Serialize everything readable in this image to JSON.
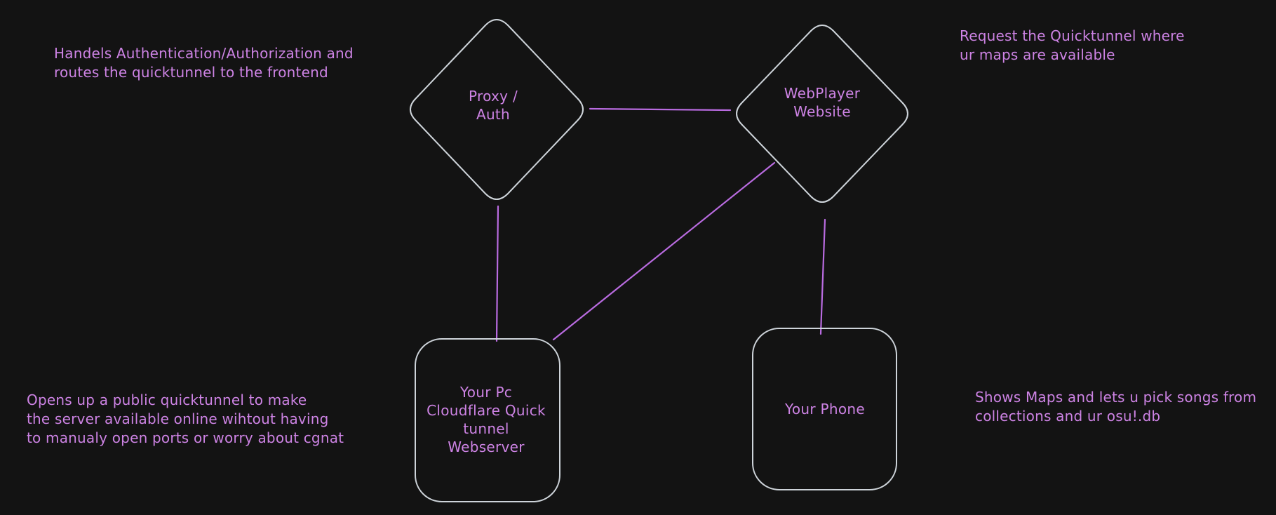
{
  "colors": {
    "background": "#131313",
    "shape_outline": "#ced4da",
    "text_purple": "#cd83e4",
    "edge_purple": "#b96be0"
  },
  "nodes": {
    "proxy_auth": {
      "shape": "diamond",
      "lines": [
        "Proxy /",
        "Auth"
      ]
    },
    "webplayer": {
      "shape": "diamond",
      "lines": [
        "WebPlayer",
        "Website"
      ]
    },
    "your_pc": {
      "shape": "rounded-rectangle",
      "lines": [
        "Your Pc",
        "Cloudflare Quick",
        "tunnel",
        "Webserver"
      ]
    },
    "your_phone": {
      "shape": "rounded-rectangle",
      "lines": [
        "Your Phone"
      ]
    }
  },
  "edges": [
    {
      "from": "proxy_auth",
      "to": "webplayer"
    },
    {
      "from": "proxy_auth",
      "to": "your_pc"
    },
    {
      "from": "webplayer",
      "to": "your_pc"
    },
    {
      "from": "webplayer",
      "to": "your_phone"
    }
  ],
  "annotations": {
    "top_left": {
      "lines": [
        "Handels Authentication/Authorization and",
        "routes the quicktunnel to the frontend"
      ]
    },
    "top_right": {
      "lines": [
        "Request the Quicktunnel where",
        "ur maps are available"
      ]
    },
    "bottom_left": {
      "lines": [
        "Opens up a public quicktunnel to make",
        "the server available online wihtout having",
        "to manualy open ports or worry about cgnat"
      ]
    },
    "bottom_right": {
      "lines": [
        "Shows Maps and lets u pick songs from",
        "collections and ur osu!.db"
      ]
    }
  }
}
